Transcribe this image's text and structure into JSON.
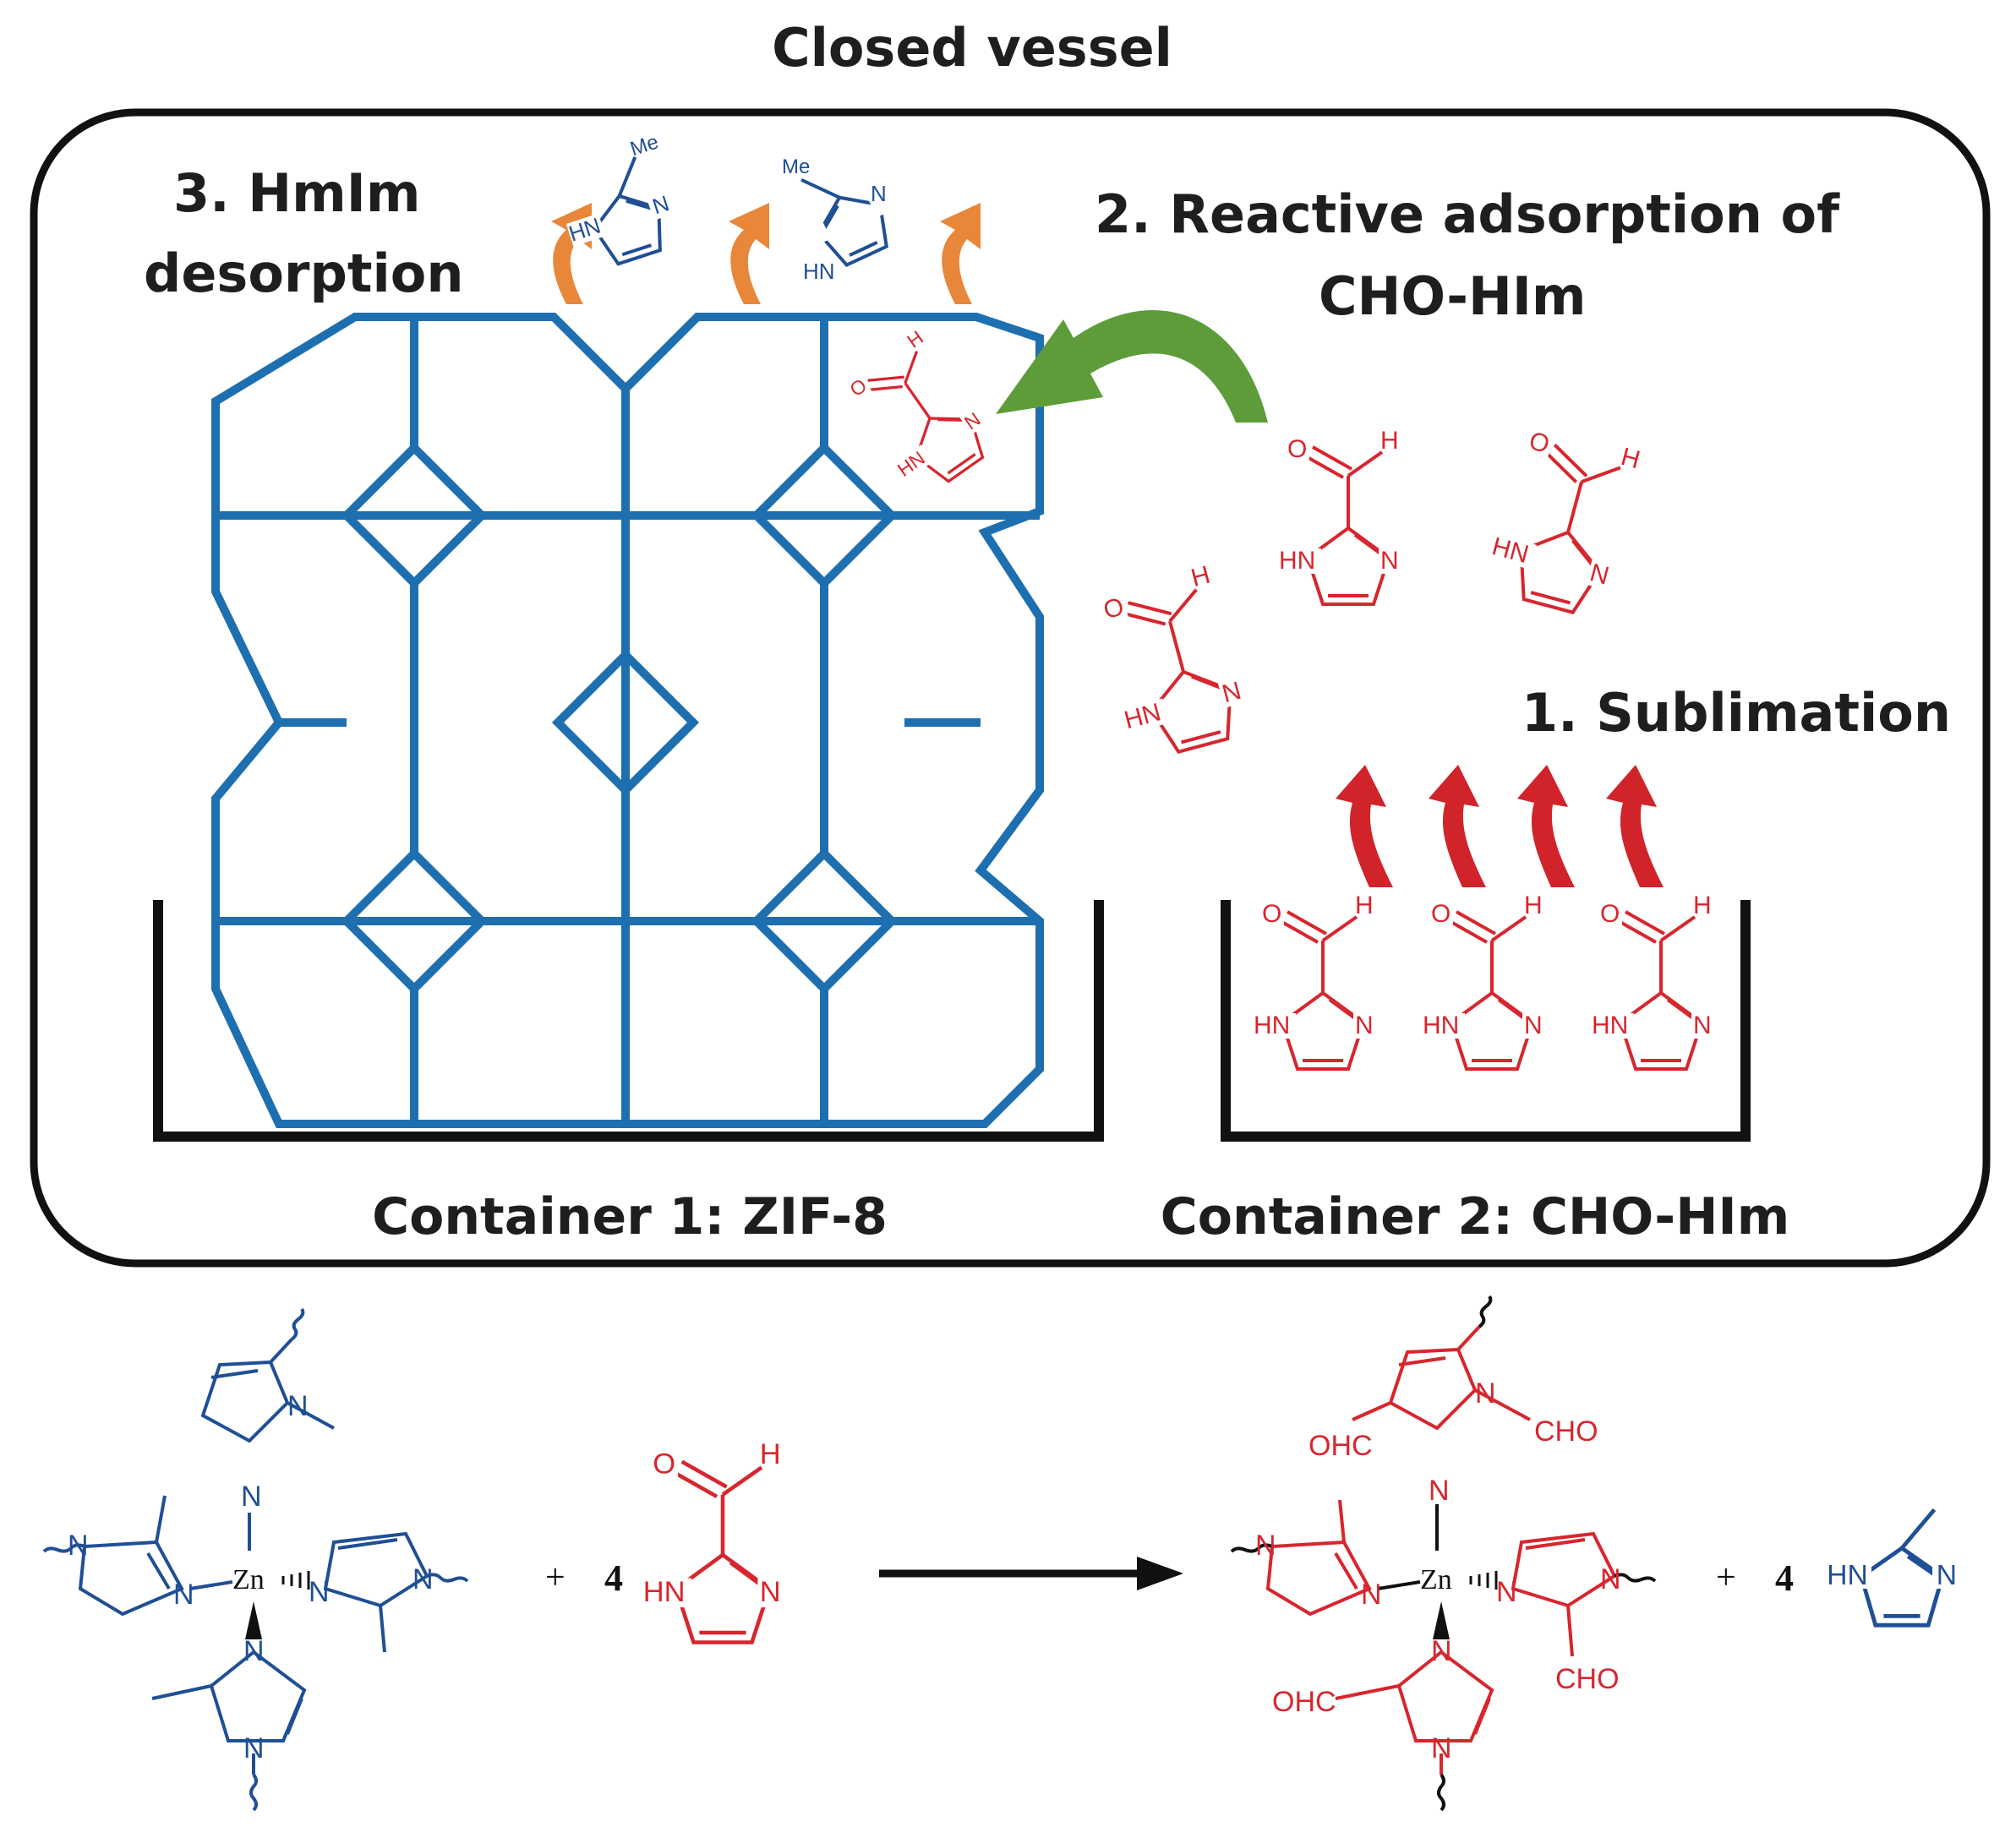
{
  "title": "Closed vessel",
  "steps": {
    "step3": [
      "3. HmIm",
      "desorption"
    ],
    "step2": [
      "2. Reactive adsorption of",
      "CHO-HIm"
    ],
    "step1": "1. Sublimation"
  },
  "containers": {
    "container1": "Container 1: ZIF-8",
    "container2": "Container 2: CHO-HIm"
  },
  "atoms": {
    "H": "H",
    "O": "O",
    "N": "N",
    "HN": "HN",
    "Me": "Me",
    "Zn": "Zn",
    "OHC": "OHC",
    "CHO": "CHO"
  },
  "equation": {
    "plus": "+",
    "coef_reactant": "4",
    "coef_product": "4"
  },
  "colors": {
    "framework": "#1e6fb0",
    "red": "#d7262e",
    "blue": "#1f4f95",
    "orange_arrow": "#e8873a",
    "green_arrow": "#5e9c3a",
    "outline": "#111111"
  }
}
